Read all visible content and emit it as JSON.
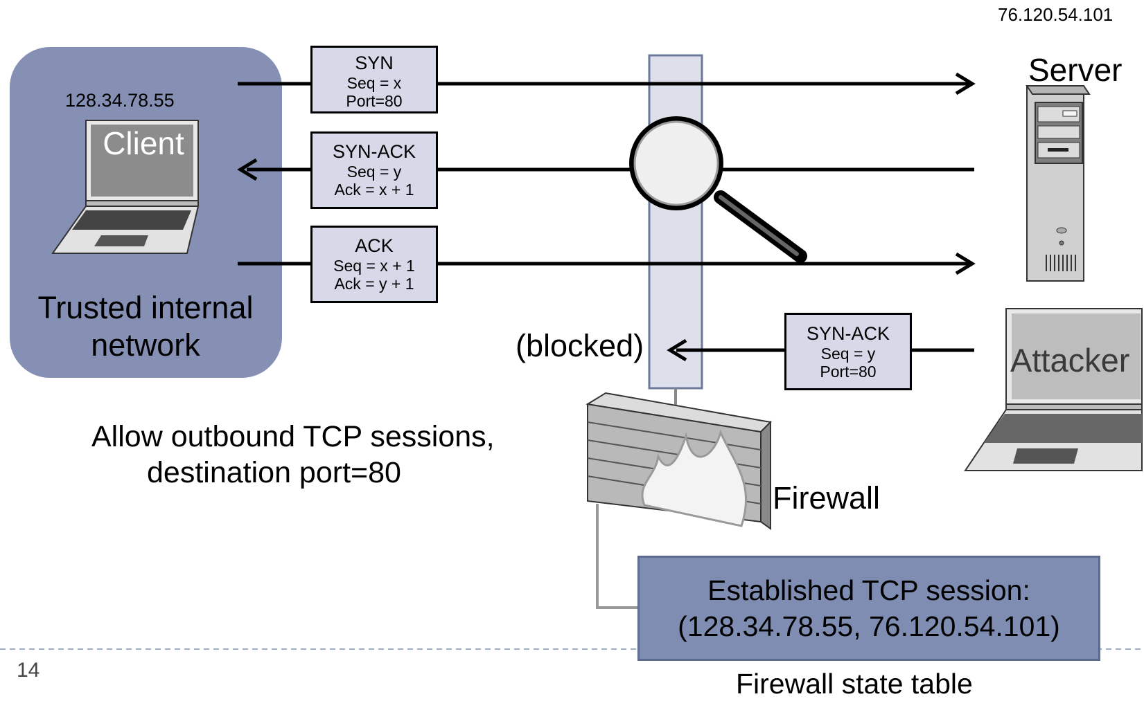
{
  "server_ip": "76.120.54.101",
  "server_label": "Server",
  "client_ip": "128.34.78.55",
  "client_label": "Client",
  "network_label": [
    "Trusted internal",
    "network"
  ],
  "attacker_label": "Attacker",
  "messages": [
    {
      "title": "SYN",
      "lines": [
        "Seq = x",
        "Port=80"
      ]
    },
    {
      "title": "SYN-ACK",
      "lines": [
        "Seq = y",
        "Ack = x + 1"
      ]
    },
    {
      "title": "ACK",
      "lines": [
        "Seq = x + 1",
        "Ack = y + 1"
      ]
    },
    {
      "title": "SYN-ACK",
      "lines": [
        "Seq = y",
        "Port=80"
      ]
    }
  ],
  "blocked_label": "(blocked)",
  "policy": [
    "Allow outbound TCP sessions,",
    "destination port=80"
  ],
  "firewall_label": "Firewall",
  "state_table": {
    "line1": "Established TCP session:",
    "line2": "(128.34.78.55, 76.120.54.101)",
    "caption": "Firewall state table"
  },
  "page_number": "14",
  "colors": {
    "network_bg": "#8590b4",
    "message_box": "#d7d9e9",
    "state_box": "#7e8db1",
    "filter_column": "#dde0ea"
  }
}
